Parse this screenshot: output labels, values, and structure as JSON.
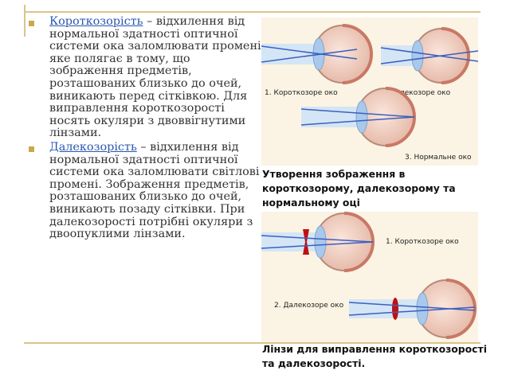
{
  "left_text": {
    "item1": {
      "term": "Короткозорість",
      "rest": " – відхилення від нормальної здатності оптичної системи ока заломлювати промені, яке полягає в тому, що зображення предметів, розташованих близько до очей, виникають перед сітківкою. Для виправлення короткозорості носять окуляри з двоввігнутими лінзами."
    },
    "item2": {
      "term": "Далекозорість",
      "rest": " – відхилення від нормальної здатності оптичної системи ока заломлювати світлові промені. Зображення предметів, розташованих близько до очей, виникають позаду сітківки. При далекозорості потрібні окуляри з двоопуклими лінзами."
    }
  },
  "figure1": {
    "label1": "1. Короткозоре око",
    "label2": "2. Далекозоре око",
    "label3": "3. Нормальне око"
  },
  "figure1_caption": "Утворення зображення в короткозорому, далекозорому та нормальному оці",
  "figure2": {
    "label1": "1. Короткозоре око",
    "label2": "2. Далекозоре око"
  },
  "figure2_caption": "Лінзи для виправлення короткозорості та далекозорості.",
  "colors": {
    "accent_rule": "#d9c48a",
    "bullet": "#c9a94a",
    "term_link": "#2a56b0",
    "figure_bg": "#fbf3e3",
    "ray": "#3c5fc0",
    "lens": "#c01010"
  }
}
